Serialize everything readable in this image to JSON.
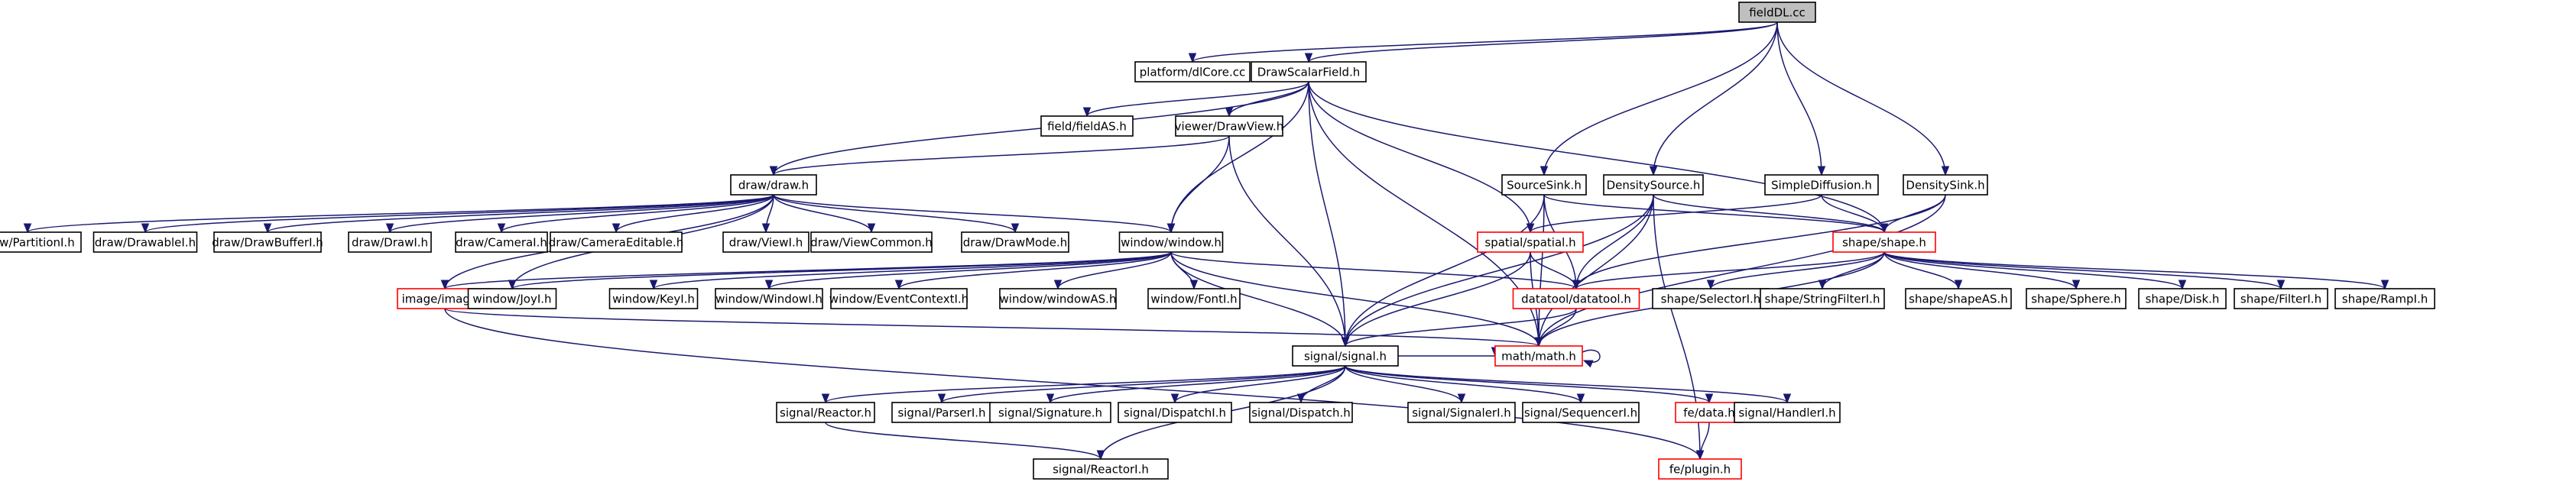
{
  "graph": {
    "title": "fieldDL.cc",
    "edge_color": "#191970",
    "node_border": "#000000",
    "missing_node_border": "#ff0000",
    "root_fill": "#bfbfbf",
    "nodes": [
      {
        "id": "root",
        "label": "fieldDL.cc",
        "style": "root"
      },
      {
        "id": "platform_dlcore",
        "label": "platform/dlCore.cc",
        "style": "normal"
      },
      {
        "id": "drawscalar",
        "label": "DrawScalarField.h",
        "style": "normal"
      },
      {
        "id": "sourcesink",
        "label": "SourceSink.h",
        "style": "normal"
      },
      {
        "id": "densitysource",
        "label": "DensitySource.h",
        "style": "normal"
      },
      {
        "id": "simplediff",
        "label": "SimpleDiffusion.h",
        "style": "normal"
      },
      {
        "id": "densitysink",
        "label": "DensitySink.h",
        "style": "normal"
      },
      {
        "id": "fieldas",
        "label": "field/fieldAS.h",
        "style": "normal"
      },
      {
        "id": "drawview",
        "label": "viewer/DrawView.h",
        "style": "normal"
      },
      {
        "id": "draw",
        "label": "draw/draw.h",
        "style": "normal"
      },
      {
        "id": "partitioni",
        "label": "draw/PartitionI.h",
        "style": "normal"
      },
      {
        "id": "drawablei",
        "label": "draw/DrawableI.h",
        "style": "normal"
      },
      {
        "id": "drawbufferi",
        "label": "draw/DrawBufferI.h",
        "style": "normal"
      },
      {
        "id": "drawi",
        "label": "draw/DrawI.h",
        "style": "normal"
      },
      {
        "id": "camerai",
        "label": "draw/CameraI.h",
        "style": "normal"
      },
      {
        "id": "cameraeditable",
        "label": "draw/CameraEditable.h",
        "style": "normal"
      },
      {
        "id": "viewi",
        "label": "draw/ViewI.h",
        "style": "normal"
      },
      {
        "id": "viewcommon",
        "label": "draw/ViewCommon.h",
        "style": "normal"
      },
      {
        "id": "drawmode",
        "label": "draw/DrawMode.h",
        "style": "normal"
      },
      {
        "id": "window",
        "label": "window/window.h",
        "style": "normal"
      },
      {
        "id": "spatial",
        "label": "spatial/spatial.h",
        "style": "missing"
      },
      {
        "id": "shape",
        "label": "shape/shape.h",
        "style": "missing"
      },
      {
        "id": "image",
        "label": "image/image.h",
        "style": "missing"
      },
      {
        "id": "joyi",
        "label": "window/JoyI.h",
        "style": "normal"
      },
      {
        "id": "keyi",
        "label": "window/KeyI.h",
        "style": "normal"
      },
      {
        "id": "windowi",
        "label": "window/WindowI.h",
        "style": "normal"
      },
      {
        "id": "eventcontexti",
        "label": "window/EventContextI.h",
        "style": "normal"
      },
      {
        "id": "windowas",
        "label": "window/windowAS.h",
        "style": "normal"
      },
      {
        "id": "fonti",
        "label": "window/FontI.h",
        "style": "normal"
      },
      {
        "id": "datatool",
        "label": "datatool/datatool.h",
        "style": "missing"
      },
      {
        "id": "selectori",
        "label": "shape/SelectorI.h",
        "style": "normal"
      },
      {
        "id": "stringfilteri",
        "label": "shape/StringFilterI.h",
        "style": "normal"
      },
      {
        "id": "shapeas",
        "label": "shape/shapeAS.h",
        "style": "normal"
      },
      {
        "id": "sphere",
        "label": "shape/Sphere.h",
        "style": "normal"
      },
      {
        "id": "disk",
        "label": "shape/Disk.h",
        "style": "normal"
      },
      {
        "id": "filteri",
        "label": "shape/FilterI.h",
        "style": "normal"
      },
      {
        "id": "rampi",
        "label": "shape/RampI.h",
        "style": "normal"
      },
      {
        "id": "signal",
        "label": "signal/signal.h",
        "style": "normal"
      },
      {
        "id": "math",
        "label": "math/math.h",
        "style": "missing"
      },
      {
        "id": "reactor",
        "label": "signal/Reactor.h",
        "style": "normal"
      },
      {
        "id": "parseri",
        "label": "signal/ParserI.h",
        "style": "normal"
      },
      {
        "id": "signature",
        "label": "signal/Signature.h",
        "style": "normal"
      },
      {
        "id": "dispatchi",
        "label": "signal/DispatchI.h",
        "style": "normal"
      },
      {
        "id": "dispatch",
        "label": "signal/Dispatch.h",
        "style": "normal"
      },
      {
        "id": "signaleri",
        "label": "signal/SignalerI.h",
        "style": "normal"
      },
      {
        "id": "sequenceri",
        "label": "signal/SequencerI.h",
        "style": "normal"
      },
      {
        "id": "fedata",
        "label": "fe/data.h",
        "style": "missing"
      },
      {
        "id": "handleri",
        "label": "signal/HandlerI.h",
        "style": "normal"
      },
      {
        "id": "reactori",
        "label": "signal/ReactorI.h",
        "style": "normal"
      },
      {
        "id": "plugin",
        "label": "fe/plugin.h",
        "style": "missing"
      }
    ],
    "edges": [
      [
        "root",
        "platform_dlcore"
      ],
      [
        "root",
        "drawscalar"
      ],
      [
        "root",
        "sourcesink"
      ],
      [
        "root",
        "densitysource"
      ],
      [
        "root",
        "simplediff"
      ],
      [
        "root",
        "densitysink"
      ],
      [
        "drawscalar",
        "fieldas"
      ],
      [
        "drawscalar",
        "drawview"
      ],
      [
        "drawscalar",
        "draw"
      ],
      [
        "drawscalar",
        "window"
      ],
      [
        "drawscalar",
        "spatial"
      ],
      [
        "drawscalar",
        "shape"
      ],
      [
        "drawscalar",
        "math"
      ],
      [
        "drawscalar",
        "signal"
      ],
      [
        "drawview",
        "draw"
      ],
      [
        "drawview",
        "window"
      ],
      [
        "drawview",
        "signal"
      ],
      [
        "draw",
        "partitioni"
      ],
      [
        "draw",
        "drawablei"
      ],
      [
        "draw",
        "drawbufferi"
      ],
      [
        "draw",
        "drawi"
      ],
      [
        "draw",
        "camerai"
      ],
      [
        "draw",
        "cameraeditable"
      ],
      [
        "draw",
        "viewi"
      ],
      [
        "draw",
        "viewcommon"
      ],
      [
        "draw",
        "drawmode"
      ],
      [
        "draw",
        "window"
      ],
      [
        "draw",
        "image"
      ],
      [
        "draw",
        "joyi"
      ],
      [
        "window",
        "joyi"
      ],
      [
        "window",
        "keyi"
      ],
      [
        "window",
        "windowi"
      ],
      [
        "window",
        "eventcontexti"
      ],
      [
        "window",
        "windowas"
      ],
      [
        "window",
        "fonti"
      ],
      [
        "window",
        "datatool"
      ],
      [
        "window",
        "signal"
      ],
      [
        "window",
        "math"
      ],
      [
        "window",
        "image"
      ],
      [
        "image",
        "math"
      ],
      [
        "image",
        "plugin"
      ],
      [
        "sourcesink",
        "shape"
      ],
      [
        "sourcesink",
        "datatool"
      ],
      [
        "sourcesink",
        "math"
      ],
      [
        "sourcesink",
        "signal"
      ],
      [
        "densitysource",
        "shape"
      ],
      [
        "densitysource",
        "datatool"
      ],
      [
        "densitysource",
        "math"
      ],
      [
        "densitysource",
        "signal"
      ],
      [
        "densitysource",
        "plugin"
      ],
      [
        "simplediff",
        "shape"
      ],
      [
        "simplediff",
        "spatial"
      ],
      [
        "densitysink",
        "shape"
      ],
      [
        "densitysink",
        "datatool"
      ],
      [
        "densitysink",
        "math"
      ],
      [
        "spatial",
        "datatool"
      ],
      [
        "spatial",
        "math"
      ],
      [
        "spatial",
        "signal"
      ],
      [
        "shape",
        "datatool"
      ],
      [
        "shape",
        "selectori"
      ],
      [
        "shape",
        "stringfilteri"
      ],
      [
        "shape",
        "shapeas"
      ],
      [
        "shape",
        "sphere"
      ],
      [
        "shape",
        "disk"
      ],
      [
        "shape",
        "filteri"
      ],
      [
        "shape",
        "rampi"
      ],
      [
        "shape",
        "math"
      ],
      [
        "datatool",
        "signal"
      ],
      [
        "datatool",
        "math"
      ],
      [
        "signal",
        "reactor"
      ],
      [
        "signal",
        "parseri"
      ],
      [
        "signal",
        "signature"
      ],
      [
        "signal",
        "dispatchi"
      ],
      [
        "signal",
        "dispatch"
      ],
      [
        "signal",
        "signaleri"
      ],
      [
        "signal",
        "sequenceri"
      ],
      [
        "signal",
        "fedata"
      ],
      [
        "signal",
        "handleri"
      ],
      [
        "signal",
        "reactori"
      ],
      [
        "signal",
        "math"
      ],
      [
        "reactor",
        "reactori"
      ],
      [
        "fedata",
        "plugin"
      ],
      [
        "math",
        "math"
      ]
    ]
  }
}
